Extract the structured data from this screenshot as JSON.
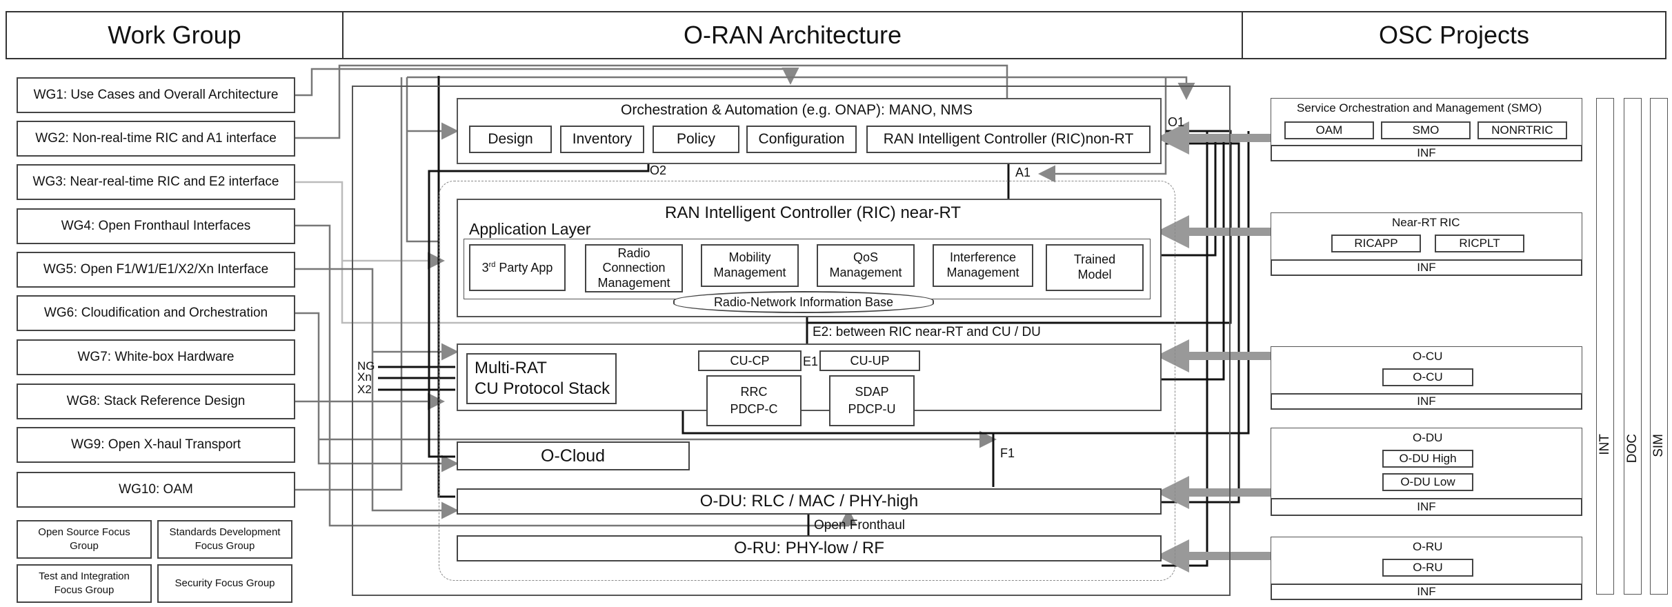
{
  "headers": {
    "work_group": "Work Group",
    "oran": "O-RAN Architecture",
    "osc": "OSC Projects"
  },
  "work_groups": [
    "WG1: Use Cases and Overall Architecture",
    "WG2: Non-real-time RIC and A1 interface",
    "WG3: Near-real-time RIC and E2 interface",
    "WG4: Open Fronthaul Interfaces",
    "WG5: Open F1/W1/E1/X2/Xn Interface",
    "WG6: Cloudification and Orchestration",
    "WG7: White-box Hardware",
    "WG8: Stack Reference Design",
    "WG9: Open X-haul Transport",
    "WG10: OAM"
  ],
  "focus_groups": [
    "Open Source Focus Group",
    "Standards Development Focus Group",
    "Test and Integration Focus Group",
    "Security Focus Group"
  ],
  "orchestration": {
    "title": "Orchestration & Automation (e.g. ONAP): MANO, NMS",
    "items": [
      "Design",
      "Inventory",
      "Policy",
      "Configuration"
    ],
    "ric_nonrt": "RAN Intelligent Controller (RIC)non-RT"
  },
  "interfaces": {
    "o1": "O1",
    "o2": "O2",
    "a1": "A1",
    "e2": "E2: between RIC near-RT and CU / DU",
    "e1": "E1",
    "f1": "F1",
    "open_fronthaul": "Open Fronthaul",
    "ng": "NG",
    "xn": "Xn",
    "x2": "X2"
  },
  "ric_nearrt": {
    "title": "RAN Intelligent Controller (RIC) near-RT",
    "app_layer": "Application Layer",
    "third_party_base": "3",
    "third_party_sup": "rd",
    "third_party_rest": " Party App",
    "apps": [
      "Radio Connection Management",
      "Mobility Management",
      "QoS Management",
      "Interference Management",
      "Trained Model"
    ],
    "rnib": "Radio-Network Information Base"
  },
  "cu": {
    "multirat_line1": "Multi-RAT",
    "multirat_line2": "CU Protocol Stack",
    "cucp": "CU-CP",
    "cuup": "CU-UP",
    "rrc_line1": "RRC",
    "rrc_line2": "PDCP-C",
    "sdap_line1": "SDAP",
    "sdap_line2": "PDCP-U"
  },
  "ocloud": "O-Cloud",
  "odu": "O-DU: RLC / MAC / PHY-high",
  "oru": "O-RU: PHY-low / RF",
  "osc": {
    "smo": {
      "title": "Service Orchestration and Management (SMO)",
      "items": [
        "OAM",
        "SMO",
        "NONRTRIC"
      ],
      "inf": "INF"
    },
    "nearrt": {
      "title": "Near-RT RIC",
      "items": [
        "RICAPP",
        "RICPLT"
      ],
      "inf": "INF"
    },
    "ocu": {
      "title": "O-CU",
      "items": [
        "O-CU"
      ],
      "inf": "INF"
    },
    "odu": {
      "title": "O-DU",
      "items": [
        "O-DU High",
        "O-DU Low"
      ],
      "inf": "INF"
    },
    "oru": {
      "title": "O-RU",
      "items": [
        "O-RU"
      ],
      "inf": "INF"
    }
  },
  "side_projects": [
    "INT",
    "DOC",
    "SIM"
  ]
}
